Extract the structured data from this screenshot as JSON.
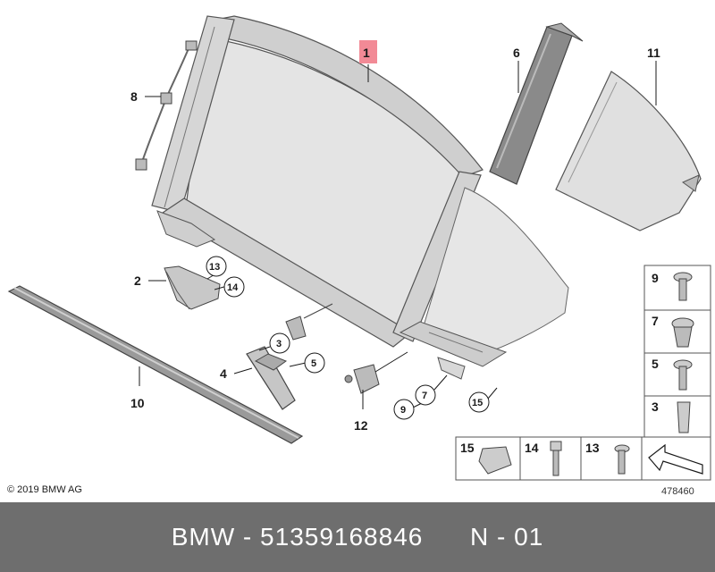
{
  "diagram": {
    "callouts": {
      "c1": "1",
      "c2": "2",
      "c3": "3",
      "c4": "4",
      "c5": "5",
      "c6": "6",
      "c8": "8",
      "c10": "10",
      "c11": "11",
      "c12": "12"
    },
    "circled": {
      "c3": "3",
      "c5": "5",
      "c7": "7",
      "c9": "9",
      "c13": "13",
      "c14": "14",
      "c15": "15"
    },
    "legend_right": [
      "9",
      "7",
      "5",
      "3"
    ],
    "legend_bottom": [
      "15",
      "14",
      "13"
    ]
  },
  "copyright": "© 2019 BMW AG",
  "doc_number": "478460",
  "footer": {
    "brand": "BMW",
    "separator": " - ",
    "part_number": "51359168846",
    "gap": "      ",
    "variant": "N - 01"
  },
  "colors": {
    "highlight": "#f28a96",
    "footer_bg": "#6e6e6e"
  }
}
